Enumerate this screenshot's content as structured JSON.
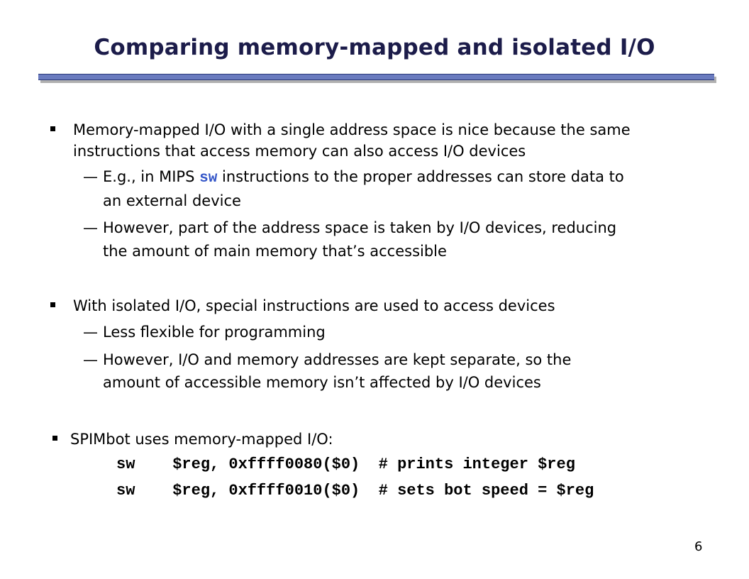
{
  "slide": {
    "title": "Comparing memory-mapped and isolated I/O",
    "page_number": "6"
  },
  "b1": {
    "line1": "Memory-mapped I/O with a single address space is nice because the same",
    "line2": "instructions that access memory can also access I/O devices",
    "s1": {
      "pre": "E.g., in MIPS ",
      "code": "sw",
      "post": " instructions to the proper addresses can store data to",
      "line2": "an external device"
    },
    "s2": {
      "line1": "However, part of the address space is taken by I/O devices, reducing",
      "line2": "the amount of main memory that’s accessible"
    }
  },
  "b2": {
    "line1": "With isolated I/O, special instructions are used to access devices",
    "s1": {
      "line1": "Less flexible for programming"
    },
    "s2": {
      "line1": "However, I/O and memory addresses are kept separate, so the",
      "line2": "amount of accessible memory isn’t affected by I/O devices"
    }
  },
  "b3": {
    "line1": "SPIMbot uses memory-mapped I/O:",
    "code_lines": [
      "sw    $reg, 0xffff0080($0)  # prints integer $reg",
      "sw    $reg, 0xffff0010($0)  # sets bot speed = $reg"
    ]
  },
  "dash_char": "—"
}
